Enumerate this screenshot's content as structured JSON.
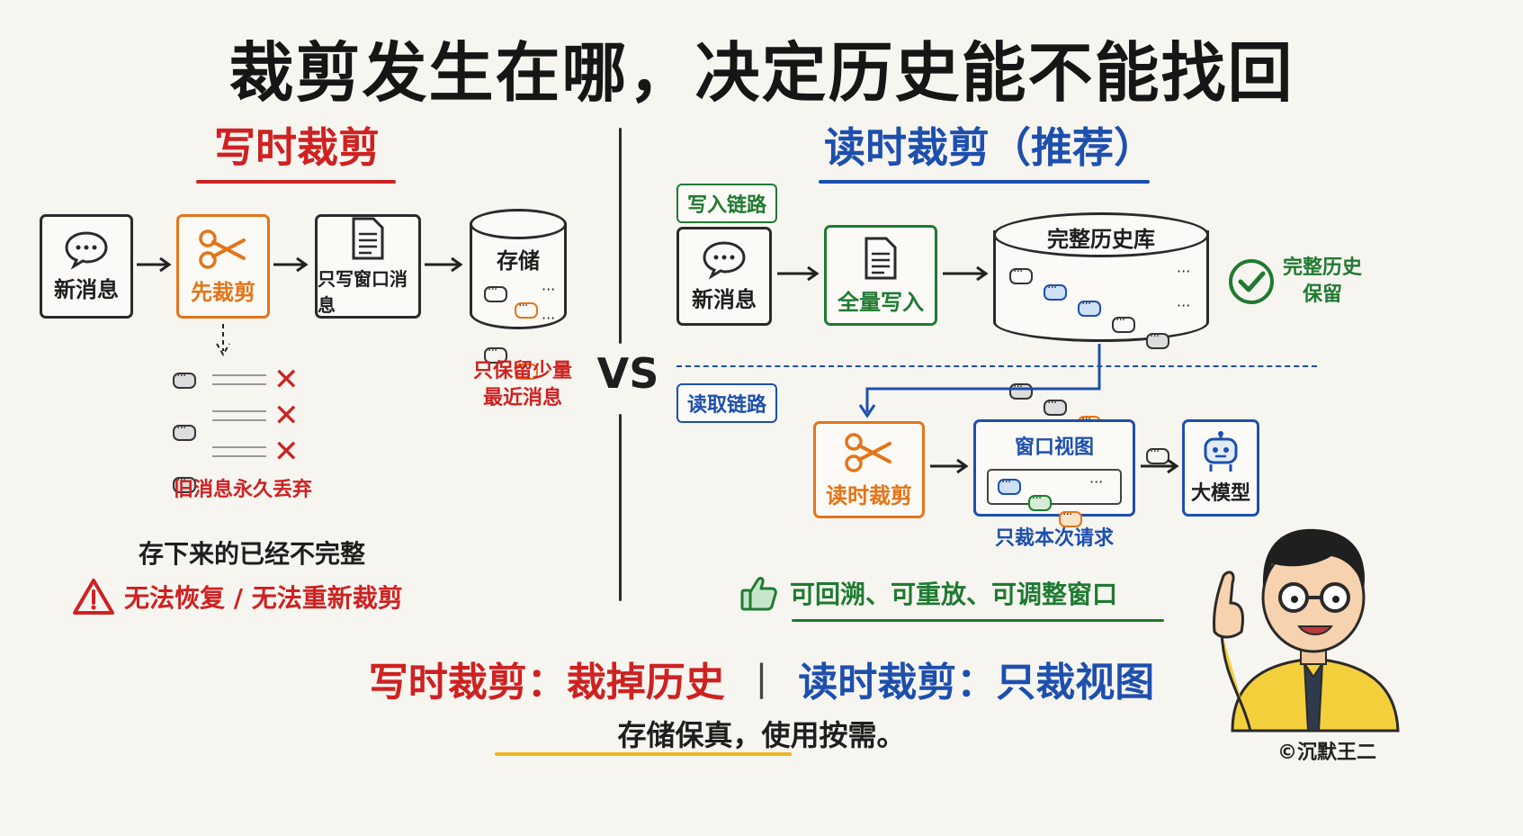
{
  "title": "裁剪发生在哪，决定历史能不能找回",
  "left": {
    "heading": "写时裁剪",
    "node1": "新消息",
    "node2": "先裁剪",
    "node3": "只写窗口消息",
    "storage_label": "存储",
    "storage_note_line1": "只保留少量",
    "storage_note_line2": "最近消息",
    "discard_note": "旧消息永久丢弃",
    "incomplete_note": "存下来的已经不完整",
    "warning": "无法恢复 / 无法重新裁剪"
  },
  "vs": "VS",
  "right": {
    "heading": "读时裁剪（推荐）",
    "write_path": "写入链路",
    "node1": "新消息",
    "node2": "全量写入",
    "history_db": "完整历史库",
    "kept_line1": "完整历史",
    "kept_line2": "保留",
    "read_path": "读取链路",
    "node3": "读时裁剪",
    "window_view": "窗口视图",
    "model": "大模型",
    "window_note": "只裁本次请求",
    "benefits": "可回溯、可重放、可调整窗口"
  },
  "summary": {
    "left": "写时裁剪：裁掉历史",
    "sep": "|",
    "right": "读时裁剪：只裁视图",
    "tagline": "存储保真，使用按需。"
  },
  "copyright": "©沉默王二",
  "colors": {
    "red": "#cf2121",
    "blue": "#1d4fae",
    "green": "#1f7a31",
    "orange": "#e47418",
    "yellow": "#efb41f"
  }
}
